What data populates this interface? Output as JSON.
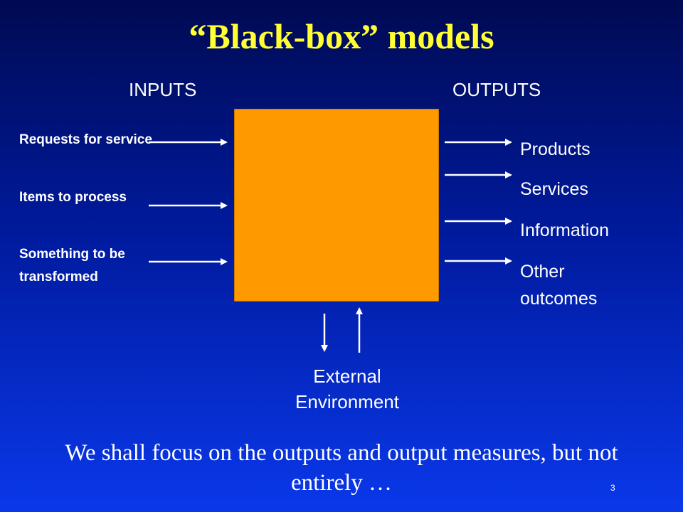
{
  "slide": {
    "title": "“Black-box” models",
    "inputs_header": "INPUTS",
    "outputs_header": "OUTPUTS",
    "inputs": [
      "Requests for service",
      "Items to process",
      "Something to be transformed"
    ],
    "outputs": [
      "Products",
      "Services",
      "Information",
      "Other outcomes"
    ],
    "environment_label": "External Environment",
    "bottom_text": "We shall focus on the outputs and output measures, but not entirely …",
    "page_number": "3"
  },
  "colors": {
    "title": "#ffff33",
    "box": "#ff9900",
    "text": "#ffffff"
  }
}
